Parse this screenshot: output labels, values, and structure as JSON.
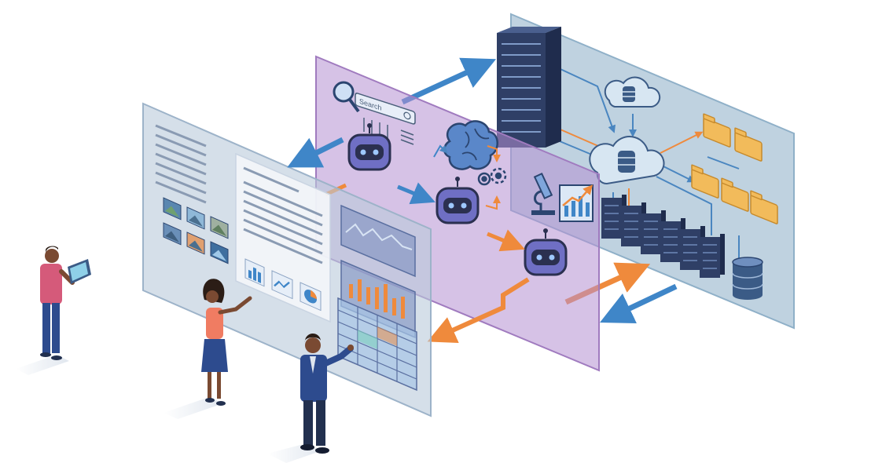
{
  "search": {
    "placeholder": "Search"
  },
  "colors": {
    "background": "#ffffff",
    "front_panel": "#b9c9db",
    "ai_panel": "#b48fd1",
    "data_panel": "#a9c3d6",
    "blue_arrow": "#3f86c8",
    "orange_arrow": "#ef8a3c",
    "server": "#2f3f66",
    "folder": "#f2bb5b",
    "robot": "#6f6fc4",
    "people": [
      "#d55a7a",
      "#f07c62",
      "#2d4b8e"
    ]
  },
  "layers": [
    {
      "name": "presentation",
      "icons": [
        "document-page",
        "image-gallery",
        "bar-chart",
        "line-chart",
        "pie-chart",
        "data-table"
      ]
    },
    {
      "name": "ai-processing",
      "icons": [
        "search-icon",
        "search-bar",
        "robot-icon",
        "brain-icon",
        "gears-icon",
        "microscope-icon",
        "growth-chart-icon"
      ]
    },
    {
      "name": "data-infrastructure",
      "icons": [
        "server-rack",
        "cloud-database",
        "folders",
        "database-icon"
      ]
    }
  ],
  "people": [
    {
      "name": "person-with-tablet"
    },
    {
      "name": "woman-pointing"
    },
    {
      "name": "man-pointing"
    }
  ]
}
